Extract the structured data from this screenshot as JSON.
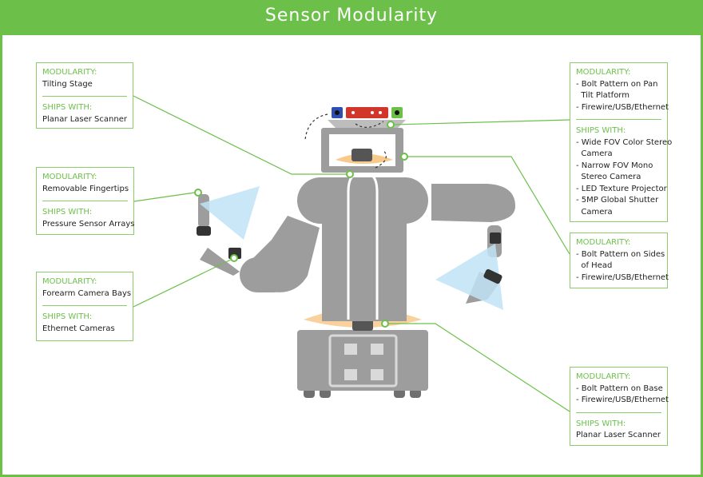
{
  "title": "Sensor Modularity",
  "colors": {
    "accent": "#6cc04a",
    "robot": "#9d9d9d",
    "robot_dark": "#7b7b7b",
    "beam": "#bfe3f4",
    "laser": "#f7c98b",
    "camera_red": "#d2362b",
    "camera_blue": "#2d4fb3"
  },
  "callouts": [
    {
      "id": "tilting-stage",
      "modularity_label": "MODULARITY:",
      "modularity": [
        "Tilting Stage"
      ],
      "ships_label": "SHIPS WITH:",
      "ships": [
        "Planar Laser Scanner"
      ]
    },
    {
      "id": "fingertips",
      "modularity_label": "MODULARITY:",
      "modularity": [
        "Removable Fingertips"
      ],
      "ships_label": "SHIPS WITH:",
      "ships": [
        "Pressure Sensor Arrays"
      ]
    },
    {
      "id": "forearm",
      "modularity_label": "MODULARITY:",
      "modularity": [
        "Forearm Camera Bays"
      ],
      "ships_label": "SHIPS WITH:",
      "ships": [
        "Ethernet Cameras"
      ]
    },
    {
      "id": "pan-tilt",
      "modularity_label": "MODULARITY:",
      "modularity": [
        "- Bolt Pattern on Pan",
        "  Tilt Platform",
        "- Firewire/USB/Ethernet"
      ],
      "ships_label": "SHIPS WITH:",
      "ships": [
        "- Wide FOV Color Stereo",
        "  Camera",
        "- Narrow FOV Mono",
        "  Stereo Camera",
        "- LED Texture Projector",
        "- 5MP Global Shutter",
        "  Camera"
      ]
    },
    {
      "id": "head-sides",
      "modularity_label": "MODULARITY:",
      "modularity": [
        "- Bolt Pattern on Sides",
        "  of Head",
        "- Firewire/USB/Ethernet"
      ]
    },
    {
      "id": "base",
      "modularity_label": "MODULARITY:",
      "modularity": [
        "- Bolt Pattern on Base",
        "- Firewire/USB/Ethernet"
      ],
      "ships_label": "SHIPS WITH:",
      "ships": [
        "Planar Laser Scanner"
      ]
    }
  ]
}
